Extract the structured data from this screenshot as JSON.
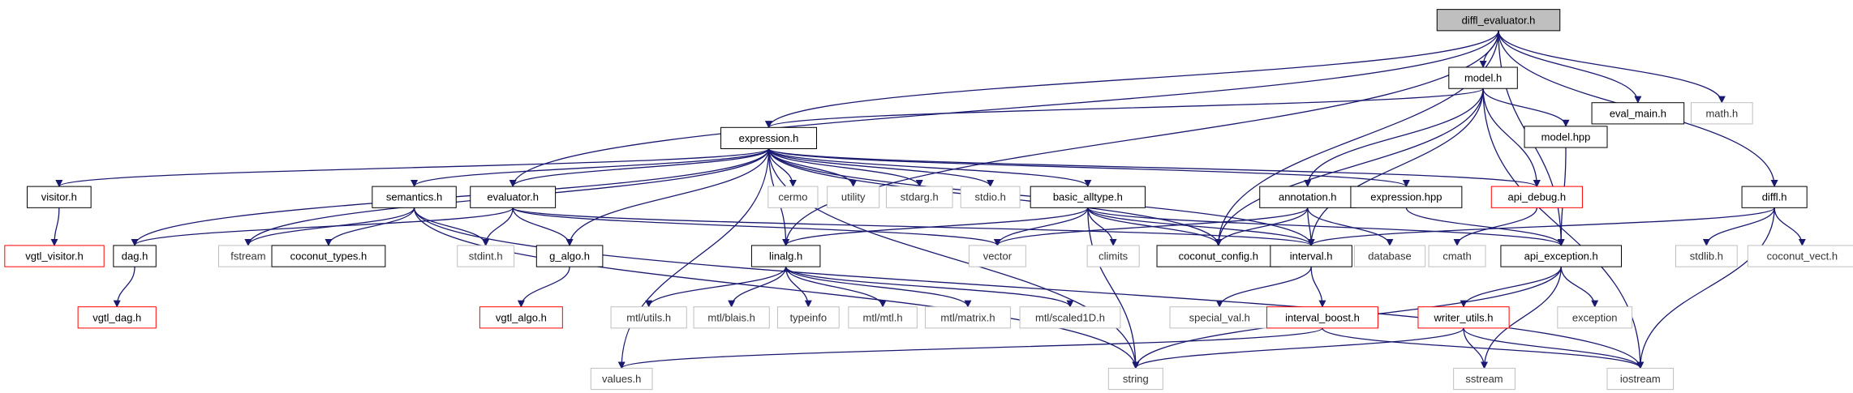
{
  "colors": {
    "edge": "#191970",
    "root_fill": "#bfbfbf",
    "local_border": "#000000",
    "missing_border": "#ff0000",
    "system_border": "#bfbfbf"
  },
  "nodes": {
    "diffl_evaluator_h": "diffl_evaluator.h",
    "model_h": "model.h",
    "eval_main_h": "eval_main.h",
    "math_h": "math.h",
    "expression_h": "expression.h",
    "model_hpp": "model.hpp",
    "visitor_h": "visitor.h",
    "semantics_h": "semantics.h",
    "evaluator_h": "evaluator.h",
    "cermo": "cermo",
    "utility": "utility",
    "stdarg_h": "stdarg.h",
    "stdio_h": "stdio.h",
    "basic_alltype_h": "basic_alltype.h",
    "annotation_h": "annotation.h",
    "expression_hpp": "expression.hpp",
    "api_debug_h": "api_debug.h",
    "diffl_h": "diffl.h",
    "vgtl_visitor_h": "vgtl_visitor.h",
    "dag_h": "dag.h",
    "fstream": "fstream",
    "coconut_types_h": "coconut_types.h",
    "stdint_h": "stdint.h",
    "g_algo_h": "g_algo.h",
    "linalg_h": "linalg.h",
    "vector": "vector",
    "climits": "climits",
    "coconut_config_h": "coconut_config.h",
    "interval_h": "interval.h",
    "database": "database",
    "cmath": "cmath",
    "api_exception_h": "api_exception.h",
    "stdlib_h": "stdlib.h",
    "coconut_vect_h": "coconut_vect.h",
    "vgtl_dag_h": "vgtl_dag.h",
    "vgtl_algo_h": "vgtl_algo.h",
    "mtl_utils_h": "mtl/utils.h",
    "mtl_blais_h": "mtl/blais.h",
    "typeinfo": "typeinfo",
    "mtl_mtl_h": "mtl/mtl.h",
    "mtl_matrix_h": "mtl/matrix.h",
    "mtl_scaled1D_h": "mtl/scaled1D.h",
    "special_val_h": "special_val.h",
    "interval_boost_h": "interval_boost.h",
    "writer_utils_h": "writer_utils.h",
    "exception": "exception",
    "values_h": "values.h",
    "string": "string",
    "sstream": "sstream",
    "iostream": "iostream"
  }
}
